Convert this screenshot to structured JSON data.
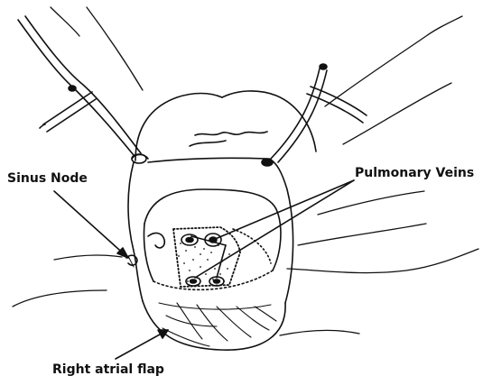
{
  "labels": {
    "sinus_node": "Sinus Node",
    "pulmonary_veins": "Pulmonary Veins",
    "right_atrial_flap": "Right atrial flap"
  },
  "colors": {
    "ink": "#111111",
    "background": "#ffffff"
  }
}
